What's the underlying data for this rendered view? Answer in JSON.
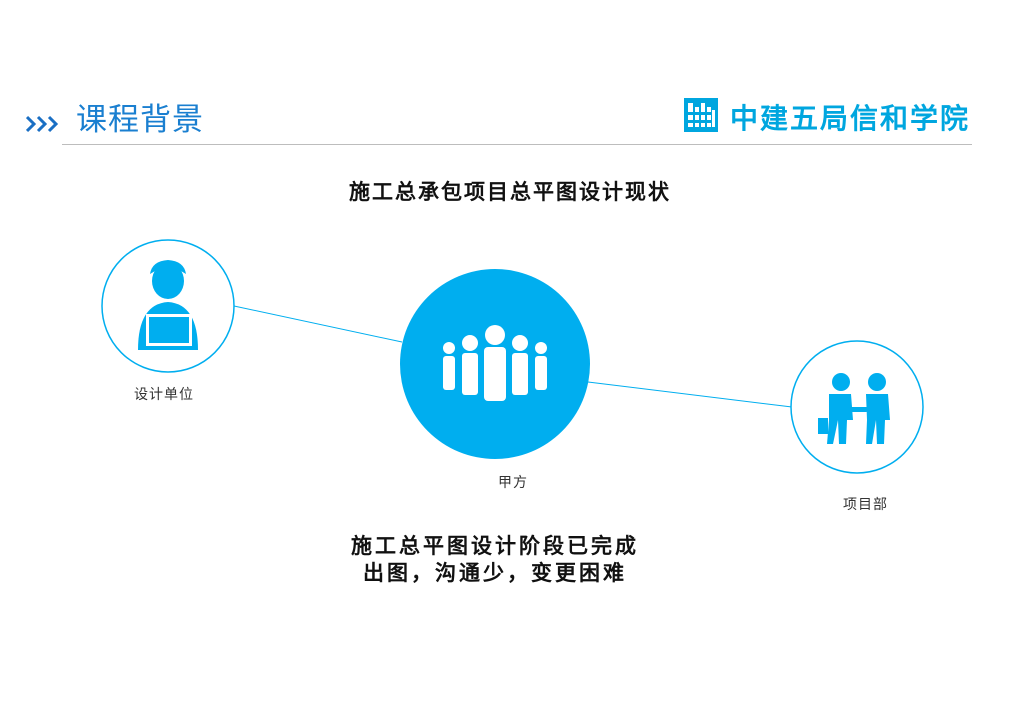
{
  "header": {
    "section_title": "课程背景",
    "brand_name": "中建五局信和学院",
    "icons": {
      "bullet": "triple-chevron-right-icon",
      "logo": "building-logo-icon"
    },
    "colors": {
      "title": "#1a7fd0",
      "brand": "#00a6df",
      "rule": "#bdbdbd"
    }
  },
  "main": {
    "headline": "施工总承包项目总平图设计现状",
    "nodes": [
      {
        "label": "设计单位",
        "icon": "designer-at-laptop-icon"
      },
      {
        "label": "甲方",
        "icon": "group-of-people-icon"
      },
      {
        "label": "项目部",
        "icon": "two-people-handshake-icon"
      }
    ],
    "colors": {
      "accent": "#00aeef"
    },
    "bottom_lines": [
      "施工总平图设计阶段已完成",
      "出图，沟通少，变更困难"
    ]
  }
}
